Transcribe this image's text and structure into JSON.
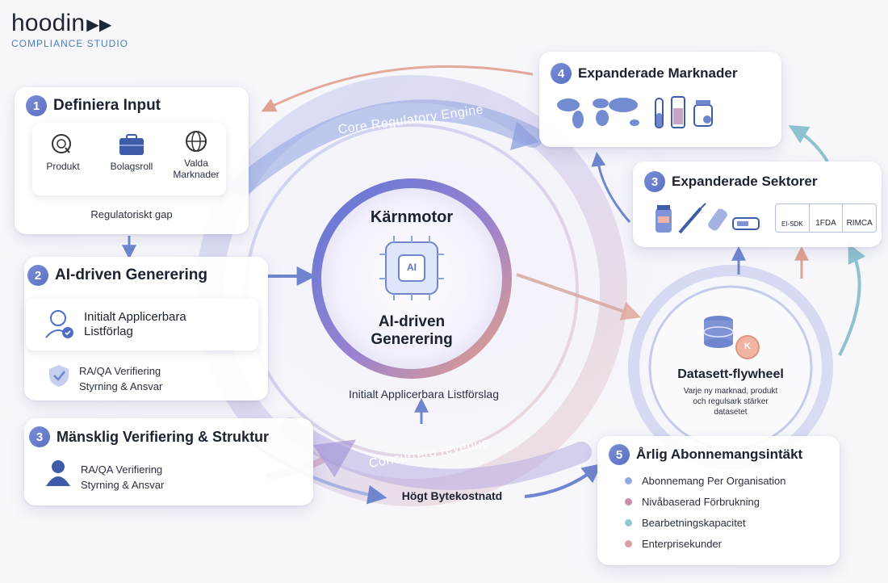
{
  "logo": {
    "brand": "hoodin",
    "subtitle": "COMPLIANCE STUDIO"
  },
  "ring_labels": {
    "top": "Core Regulatory Engine",
    "bottom": "Concurrerg revenue"
  },
  "core": {
    "title": "Kärnmotor",
    "chip": "AI",
    "label_line1": "AI-driven",
    "label_line2": "Generering",
    "below": "Initialt Applicerbara Listförslag"
  },
  "switching_cost": "Högt Bytekostnatd",
  "step1": {
    "number": "1",
    "title": "Definiera Input",
    "items": [
      {
        "icon": "magnifier-icon",
        "label": "Produkt"
      },
      {
        "icon": "briefcase-icon",
        "label": "Bolagsroll"
      },
      {
        "icon": "globe-icon",
        "label_line1": "Valda",
        "label_line2": "Marknader"
      }
    ],
    "footer": "Regulatoriskt gap"
  },
  "step2": {
    "number": "2",
    "title": "AI-driven Generering",
    "highlight_line1": "Initialt Applicerbara",
    "highlight_line2": "Listförlag",
    "verify_line1": "RA/QA Verifiering",
    "verify_line2": "Styrning & Ansvar"
  },
  "step3": {
    "number": "3",
    "title": "Mänsklig Verifiering & Struktur",
    "line1": "RA/QA Verifiering",
    "line2": "Styrning & Ansvar"
  },
  "markets": {
    "number": "4",
    "title": "Expanderade Marknader"
  },
  "sectors": {
    "number": "3",
    "title": "Expanderade Sektorer",
    "badges": [
      "EI-SDK",
      "1FDA",
      "RIMCA"
    ]
  },
  "flywheel": {
    "title": "Datasett-flywheel",
    "desc_line1": "Varje ny marknad, produkt",
    "desc_line2": "och regulsark stärker",
    "desc_line3": "datasetet",
    "coin": "K"
  },
  "revenue": {
    "number": "5",
    "title": "Årlig Abonnemangsintäkt",
    "items": [
      {
        "label": "Abonnemang Per Organisation",
        "color": "#93a9e0"
      },
      {
        "label": "Nivåbaserad Förbrukning",
        "color": "#c98fa8"
      },
      {
        "label": "Bearbetningskapacitet",
        "color": "#93c7cf"
      },
      {
        "label": "Enterprisekunder",
        "color": "#d89fa6"
      }
    ]
  },
  "colors": {
    "blue": "#5b78c9",
    "purple": "#8c7fc9",
    "pink": "#e0a393",
    "teal": "#8fc2cf"
  }
}
